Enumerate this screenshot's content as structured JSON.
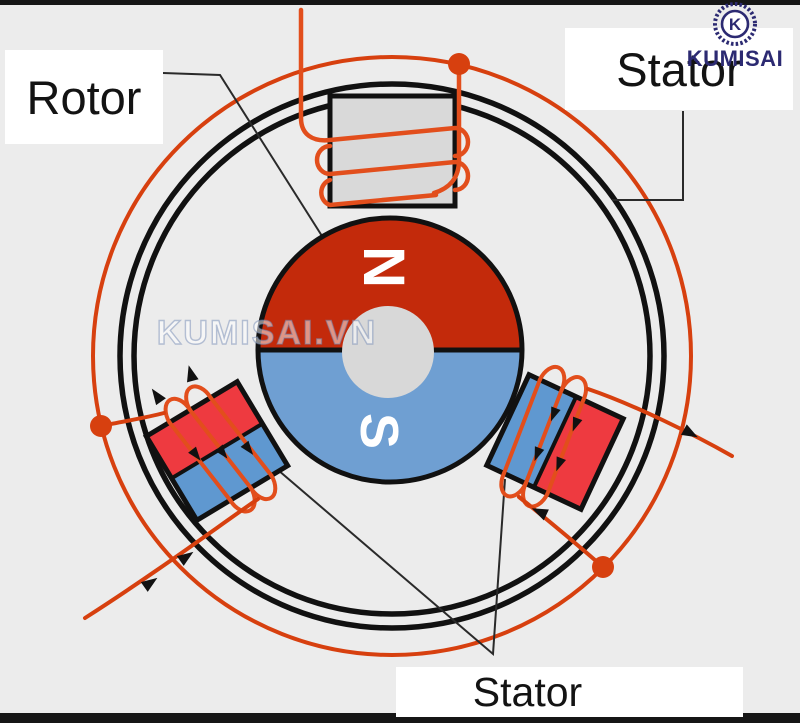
{
  "window": {
    "background": "#ececec"
  },
  "labels": {
    "rotor": "Rotor",
    "stator_top": "Stator",
    "stator_bottom": "Stator"
  },
  "rotor_magnet": {
    "north": "N",
    "south": "S"
  },
  "brand": {
    "monogram": "K",
    "name": "KUMISAI",
    "watermark": "KUMISAI.VN"
  },
  "colors": {
    "background": "#ececec",
    "wire_red": "#d7400f",
    "coil_red": "#e24e1c",
    "rotor_north_red": "#c32a0b",
    "rotor_south_blue": "#6f9fd2",
    "pole_red": "#ee3a40",
    "pole_blue": "#5f98d0",
    "core_gray": "#d9d9d9",
    "outline_black": "#111111",
    "logo_navy": "#2c2a72",
    "label_bg": "#ffffff"
  }
}
